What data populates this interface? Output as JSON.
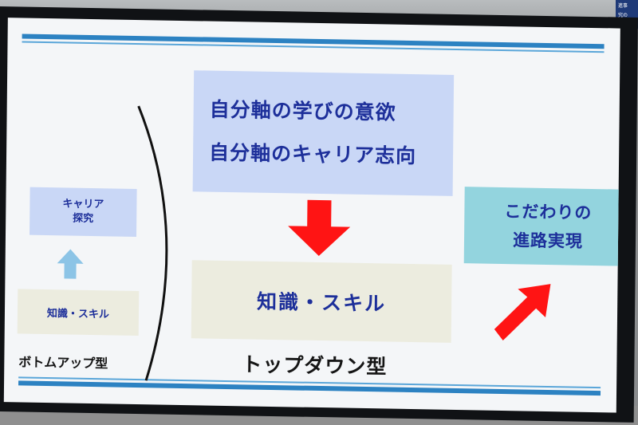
{
  "slide": {
    "motivation_lines": [
      "自分軸の学びの意欲",
      "自分軸のキャリア志向"
    ],
    "skills_main": "知識・スキル",
    "realization_lines": [
      "こだわりの",
      "進路実現"
    ],
    "career_lines": [
      "キャリア",
      "探究"
    ],
    "skills_small": "知識・スキル",
    "bottom_up_label": "ボトムアップ型",
    "top_down_label": "トップダウン型"
  },
  "colors": {
    "stripe_blue": "#2c82c2",
    "text_navy": "#1d2f9a",
    "box_lavender": "#c9d7f6",
    "box_beige": "#ececdf",
    "box_teal": "#93d4de",
    "arrow_red": "#ff1414",
    "arrow_light_blue": "#8cc4e6"
  }
}
